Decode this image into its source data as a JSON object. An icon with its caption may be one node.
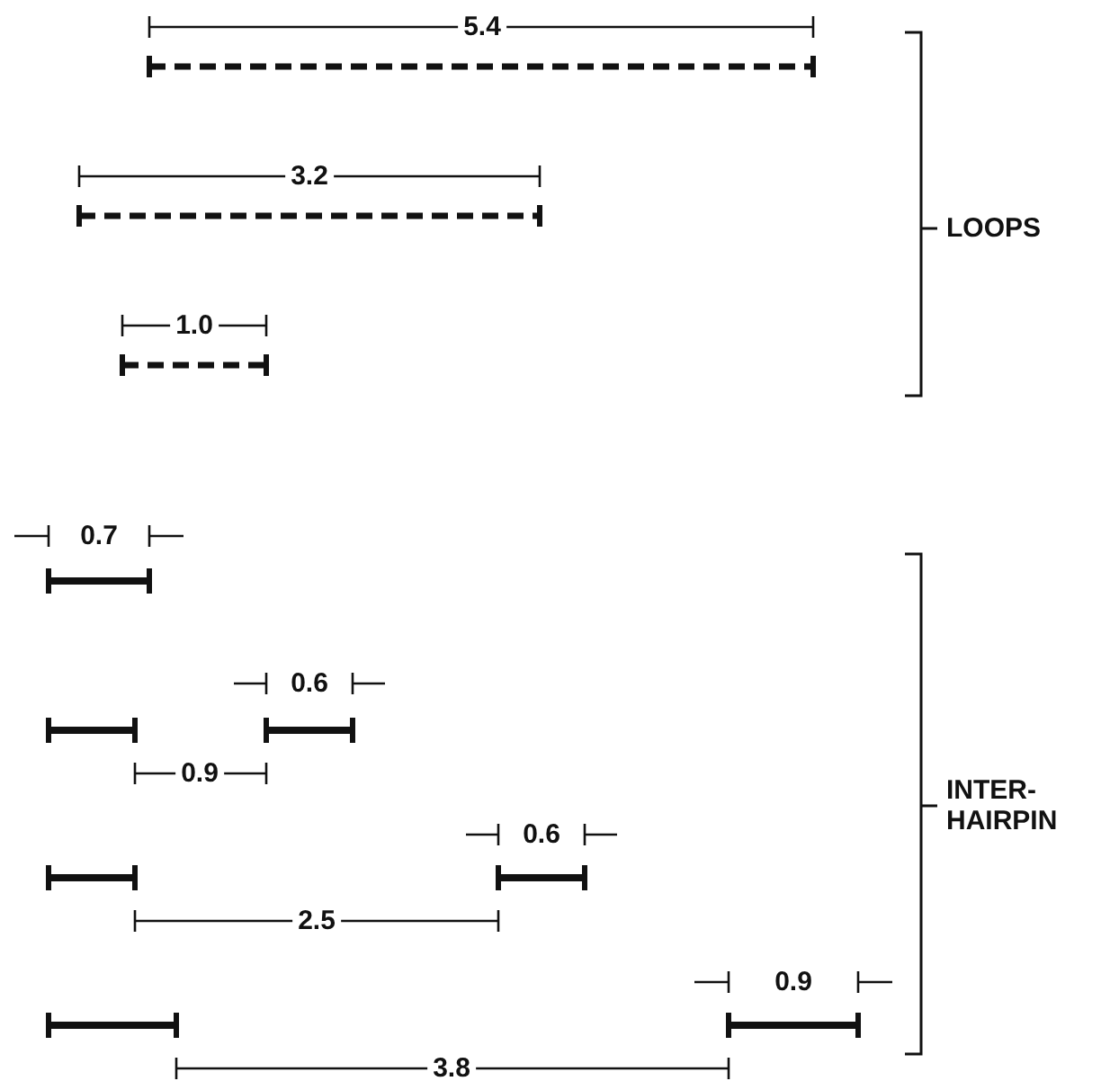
{
  "diagram": {
    "labels": [
      "5.4",
      "3.2",
      "LOOPS",
      "1.0",
      "0.7",
      "0.6",
      "0.9",
      "INTER- HAIRPIN",
      "0.6",
      "2.5",
      "0.9",
      "3.8"
    ]
  }
}
